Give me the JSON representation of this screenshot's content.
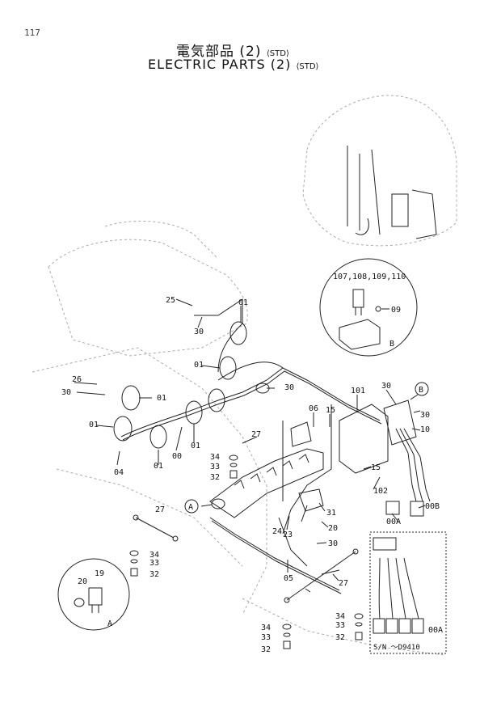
{
  "page_number": "117",
  "title_jp": "電気部品 (2)",
  "title_en": "ELECTRIC PARTS (2)",
  "title_suffix": "⟨STD⟩",
  "callouts": {
    "detail_b_parts": "107,108,109,110",
    "detail_b_09": "09",
    "detail_b_letter": "B",
    "detail_a_20": "20",
    "detail_a_19": "19",
    "detail_a_letter": "A",
    "marker_a": "A",
    "marker_b": "B",
    "c25": "25",
    "c01a": "01",
    "c30a": "30",
    "c01b": "01",
    "c30b": "30",
    "c26": "26",
    "c30c": "30",
    "c01c": "01",
    "c01d": "01",
    "c04": "04",
    "c01e": "01",
    "c00": "00",
    "c01f": "01",
    "c27a": "27",
    "c06": "06",
    "c15a": "15",
    "c101": "101",
    "c30d": "30",
    "c30e": "30",
    "c10": "10",
    "c34a": "34",
    "c33a": "33",
    "c32a": "32",
    "c15b": "15",
    "c102": "102",
    "c00a": "00A",
    "c00b": "00B",
    "c24": "24",
    "c23": "23",
    "c31": "31",
    "c20": "20",
    "c30f": "30",
    "c27b": "27",
    "c34b": "34",
    "c33b": "33",
    "c32b": "32",
    "c05": "05",
    "c27c": "27",
    "c34c": "34",
    "c33c": "33",
    "c32c": "32",
    "c34d": "34",
    "c33d": "33",
    "c32d": "32",
    "c00a2": "00A"
  },
  "serial_note": "S/N ～D9410"
}
